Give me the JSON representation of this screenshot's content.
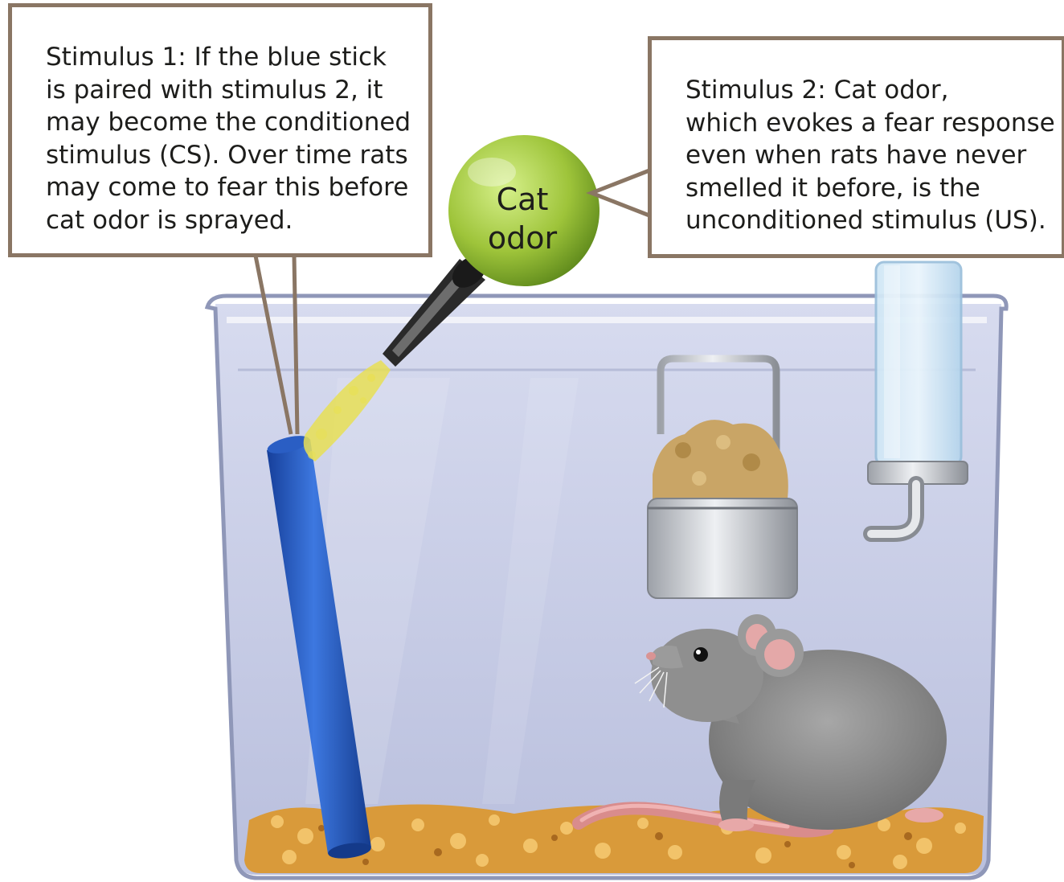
{
  "callouts": {
    "stimulus_1": {
      "lines": [
        "Stimulus 1: If the blue stick",
        "is paired with stimulus 2, it",
        "may become the conditioned",
        "stimulus (CS). Over time rats",
        "may come to fear this before",
        "cat odor is sprayed."
      ]
    },
    "stimulus_2": {
      "lines": [
        "Stimulus 2: Cat odor,",
        "which evokes a fear response",
        "even when rats have never",
        "smelled it before, is the",
        "unconditioned stimulus (US)."
      ]
    }
  },
  "sprayer": {
    "label_lines": [
      "Cat",
      "odor"
    ],
    "bulb_color": "#9ec43a",
    "spray_color": "#e8df55"
  },
  "colors": {
    "callout_border": "#8a7664",
    "stick": "#1f4fb0",
    "cage_tint": "#c8cde6",
    "bedding": "#e0a94a",
    "rat_fur": "#8b8b8b",
    "rat_tail": "#d98c8c"
  },
  "objects": [
    "blue-stick",
    "food-hopper",
    "water-bottle",
    "rat",
    "bedding",
    "cage"
  ]
}
